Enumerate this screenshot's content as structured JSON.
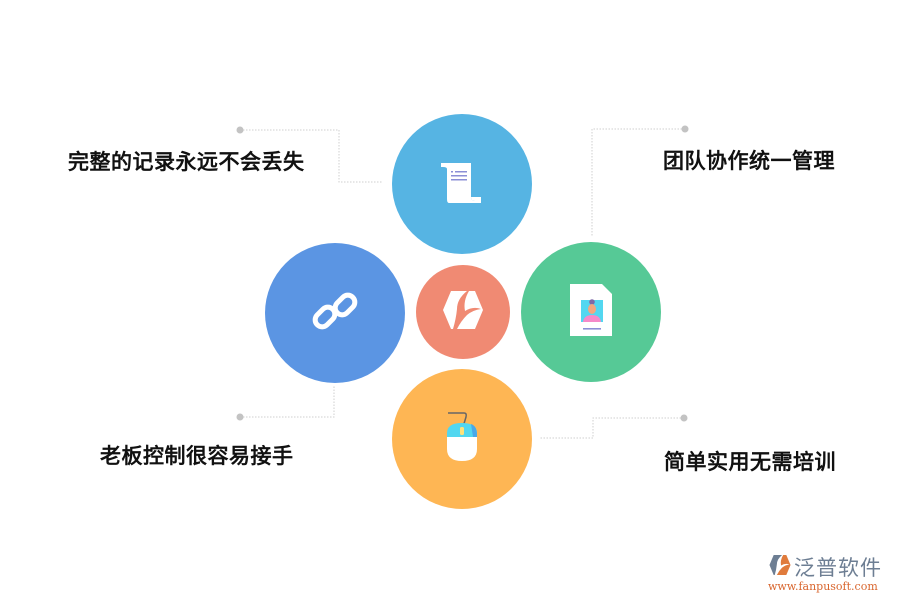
{
  "diagram": {
    "center": {
      "icon": "brand-logo-icon",
      "color": "#f08a73"
    },
    "features": [
      {
        "label": "完整的记录永远不会丢失",
        "icon": "scroll-document-icon",
        "color": "#56b4e3"
      },
      {
        "label": "团队协作统一管理",
        "icon": "profile-card-icon",
        "color": "#56c996"
      },
      {
        "label": "老板控制很容易接手",
        "icon": "chain-link-icon",
        "color": "#5b95e3"
      },
      {
        "label": "简单实用无需培训",
        "icon": "mouse-icon",
        "color": "#feb654"
      }
    ],
    "connector_color": "#cccccc"
  },
  "watermark": {
    "name": "泛普软件",
    "url": "www.fanpusoft.com"
  }
}
